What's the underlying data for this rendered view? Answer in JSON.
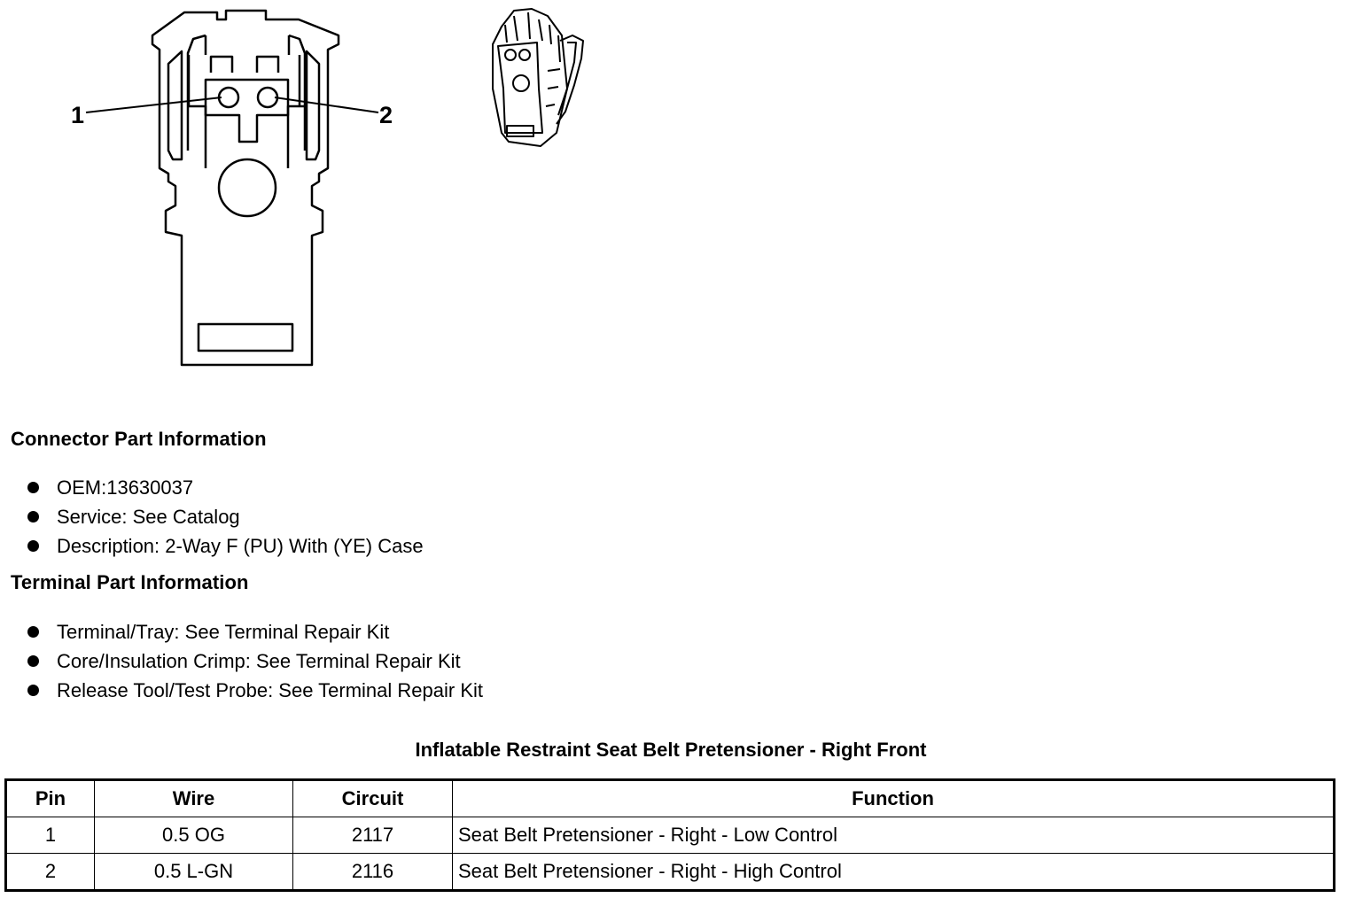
{
  "figure": {
    "callouts": [
      "1",
      "2"
    ]
  },
  "connector_info": {
    "heading": "Connector Part Information",
    "items": [
      "OEM:13630037",
      "Service: See Catalog",
      "Description: 2-Way F (PU) With (YE) Case"
    ]
  },
  "terminal_info": {
    "heading": "Terminal Part Information",
    "items": [
      "Terminal/Tray: See Terminal Repair Kit",
      "Core/Insulation Crimp: See Terminal Repair Kit",
      "Release Tool/Test Probe: See Terminal Repair Kit"
    ]
  },
  "table": {
    "title": "Inflatable Restraint Seat Belt Pretensioner - Right Front",
    "headers": [
      "Pin",
      "Wire",
      "Circuit",
      "Function"
    ],
    "rows": [
      [
        "1",
        "0.5 OG",
        "2117",
        "Seat Belt Pretensioner - Right - Low Control"
      ],
      [
        "2",
        "0.5 L-GN",
        "2116",
        "Seat Belt Pretensioner - Right - High Control"
      ]
    ]
  }
}
